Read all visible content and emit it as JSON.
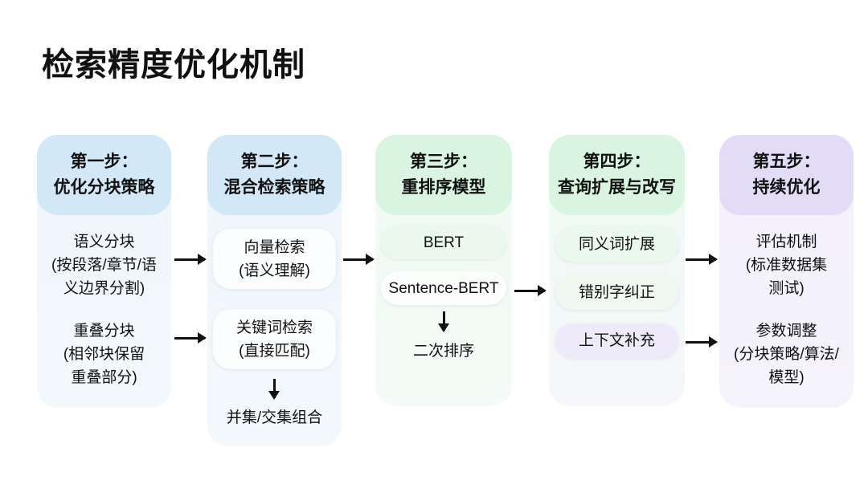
{
  "title": "检索精度优化机制",
  "steps": [
    {
      "step": "第一步：",
      "name": "优化分块策略",
      "items": [
        [
          "语义分块",
          "(按段落/章节/语",
          "义边界分割)"
        ],
        [
          "重叠分块",
          "(相邻块保留",
          "重叠部分)"
        ]
      ]
    },
    {
      "step": "第二步：",
      "name": "混合检索策略",
      "items": [
        [
          "向量检索",
          "(语义理解)"
        ],
        [
          "关键词检索",
          "(直接匹配)"
        ]
      ],
      "result": "并集/交集组合"
    },
    {
      "step": "第三步：",
      "name": "重排序模型",
      "items": [
        "BERT",
        "Sentence-BERT"
      ],
      "result": "二次排序"
    },
    {
      "step": "第四步：",
      "name": "查询扩展与改写",
      "items": [
        "同义词扩展",
        "错别字纠正",
        "上下文补充"
      ]
    },
    {
      "step": "第五步：",
      "name": "持续优化",
      "items": [
        [
          "评估机制",
          "(标准数据集",
          "测试)"
        ],
        [
          "参数调整",
          "(分块策略/算法/",
          "模型)"
        ]
      ]
    }
  ],
  "colors": {
    "blue": "#d3e8f6",
    "green": "#d9f5e1",
    "purple": "#e3dcf6"
  }
}
